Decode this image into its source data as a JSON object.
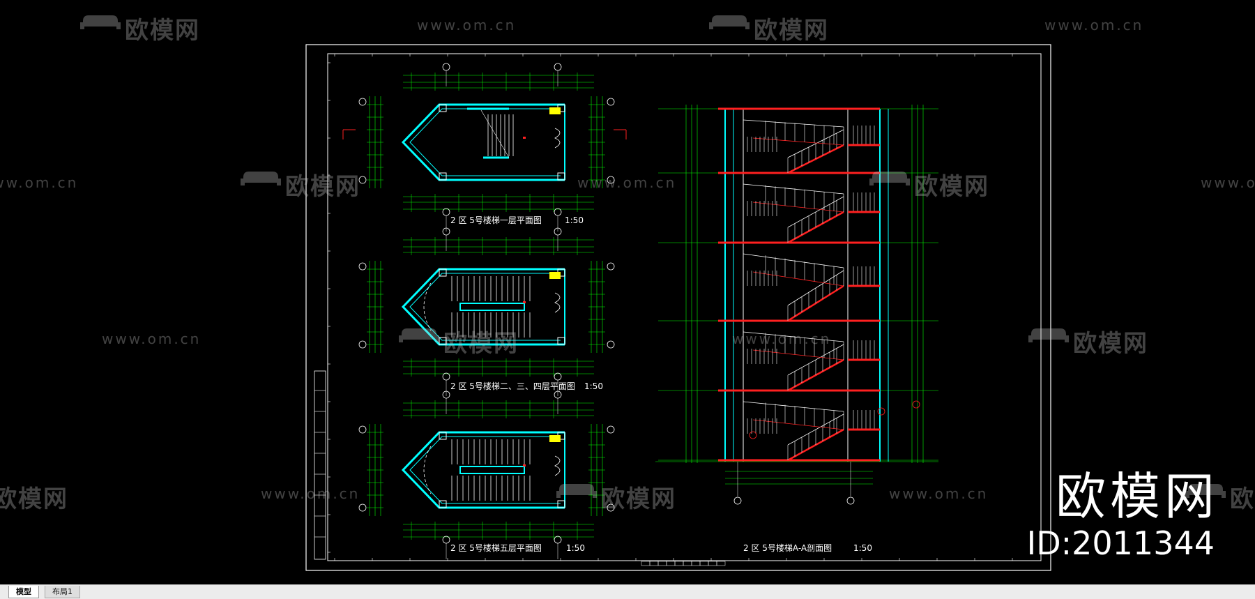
{
  "drawing": {
    "plan_titles": [
      "2 区 5号楼梯一层平面图",
      "2 区 5号楼梯二、三、四层平面图",
      "2 区 5号楼梯五层平面图"
    ],
    "section_title": "2 区 5号楼梯A-A剖面图",
    "scale_label": "1:50"
  },
  "watermark": {
    "logo_text": "欧模网",
    "url_text": "www.om.cn",
    "big_mark": "欧模网",
    "id_text": "ID:2011344"
  },
  "tabs": [
    {
      "label": "模型",
      "active": true
    },
    {
      "label": "布局1",
      "active": false
    }
  ],
  "colors": {
    "background": "#000000",
    "frame": "#ffffff",
    "dimension": "#00ff00",
    "wall": "#00ffff",
    "stair": "#ffffff",
    "section_cut": "#ff2020",
    "highlight": "#ffff00"
  }
}
